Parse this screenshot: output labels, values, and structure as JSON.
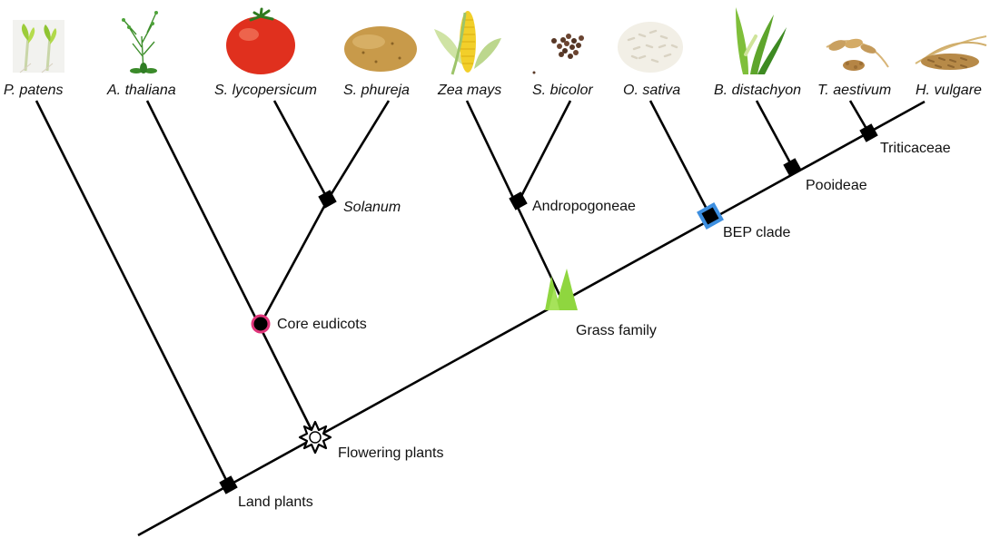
{
  "species": [
    {
      "id": "p-patens",
      "label": "P. patens",
      "picture": "moss-sprouts"
    },
    {
      "id": "a-thaliana",
      "label": "A. thaliana",
      "picture": "arabidopsis-plant"
    },
    {
      "id": "s-lycopersicum",
      "label": "S. lycopersicum",
      "picture": "tomato"
    },
    {
      "id": "s-phureja",
      "label": "S. phureja",
      "picture": "potato"
    },
    {
      "id": "zea-mays",
      "label": "Zea mays",
      "picture": "corn-cob"
    },
    {
      "id": "s-bicolor",
      "label": "S. bicolor",
      "picture": "sorghum-seeds"
    },
    {
      "id": "o-sativa",
      "label": "O. sativa",
      "picture": "rice-grains"
    },
    {
      "id": "b-distachyon",
      "label": "B. distachyon",
      "picture": "grass-leaves"
    },
    {
      "id": "t-aestivum",
      "label": "T. aestivum",
      "picture": "wheat-grain"
    },
    {
      "id": "h-vulgare",
      "label": "H. vulgare",
      "picture": "barley-grain"
    }
  ],
  "clades": [
    {
      "id": "land-plants",
      "label": "Land plants",
      "marker": "black-square"
    },
    {
      "id": "flowering-plants",
      "label": "Flowering plants",
      "marker": "flower-star"
    },
    {
      "id": "core-eudicots",
      "label": "Core eudicots",
      "marker": "pink-ring-dot"
    },
    {
      "id": "solanum",
      "label": "Solanum",
      "marker": "black-square",
      "italic": true
    },
    {
      "id": "grass-family",
      "label": "Grass family",
      "marker": "green-grass-tuft"
    },
    {
      "id": "andropogoneae",
      "label": "Andropogoneae",
      "marker": "black-square"
    },
    {
      "id": "bep-clade",
      "label": "BEP clade",
      "marker": "blue-outlined-square"
    },
    {
      "id": "pooideae",
      "label": "Pooideae",
      "marker": "black-square"
    },
    {
      "id": "triticaceae",
      "label": "Triticaceae",
      "marker": "black-square"
    }
  ],
  "colors": {
    "branch": "#000000",
    "eudicot_ring": "#e0357a",
    "bep_outline": "#3d8fe0",
    "grass_green": "#8fd63f",
    "tomato_red": "#e0301e",
    "potato_brown": "#c89a4a",
    "corn_yellow": "#f2cf2a"
  }
}
